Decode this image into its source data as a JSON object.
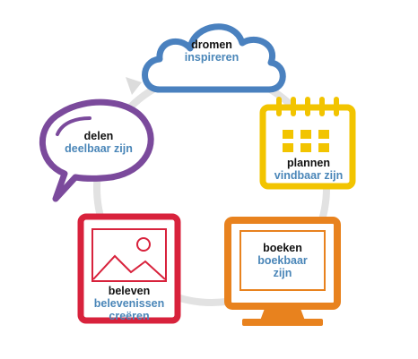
{
  "steps": {
    "dromen": {
      "title": "dromen",
      "subtitle": "inspireren",
      "color": "#4a81bf",
      "icon": "cloud-icon"
    },
    "plannen": {
      "title": "plannen",
      "subtitle": "vindbaar zijn",
      "color": "#f2c400",
      "icon": "calendar-icon"
    },
    "boeken": {
      "title": "boeken",
      "subtitle": "boekbaar zijn",
      "color": "#e8821e",
      "icon": "monitor-icon"
    },
    "beleven": {
      "title": "beleven",
      "subtitle": "belevenissen creëren",
      "color": "#d8223c",
      "icon": "picture-icon"
    },
    "delen": {
      "title": "delen",
      "subtitle": "deelbaar zijn",
      "color": "#7b4a9c",
      "icon": "speech-bubble-icon"
    }
  },
  "cycle_color": "#d9d9d9",
  "subtitle_color": "#4a86b8"
}
